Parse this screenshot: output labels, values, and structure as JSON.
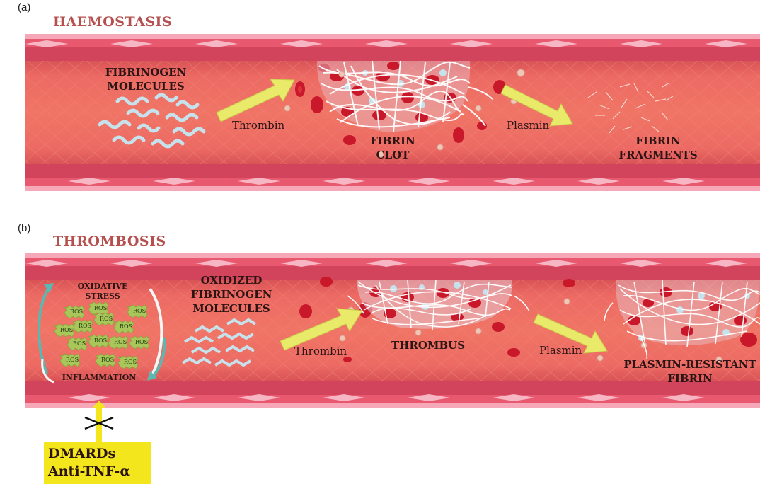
{
  "panel_a": {
    "letter": "(a)",
    "title": "HAEMOSTASIS",
    "fibrinogen_line1": "FIBRINOGEN",
    "fibrinogen_line2": "MOLECULES",
    "thrombin": "Thrombin",
    "clot_line1": "FIBRIN",
    "clot_line2": "CLOT",
    "plasmin": "Plasmin",
    "fragments_line1": "FIBRIN",
    "fragments_line2": "FRAGMENTS"
  },
  "panel_b": {
    "letter": "(b)",
    "title": "THROMBOSIS",
    "stress_line1": "OXIDATIVE",
    "stress_line2": "STRESS",
    "ros_label": "ROS",
    "inflammation": "INFLAMMATION",
    "oxidized_line1": "OXIDIZED",
    "oxidized_line2": "FIBRINOGEN",
    "oxidized_line3": "MOLECULES",
    "thrombin": "Thrombin",
    "thrombus": "THROMBUS",
    "plasmin": "Plasmin",
    "resistant_line1": "PLASMIN-RESISTANT",
    "resistant_line2": "FIBRIN"
  },
  "drug_box": {
    "line1": "DMARDs",
    "line2": "Anti-TNF-α"
  },
  "colors": {
    "title_red": "#b5504f",
    "vessel_wall": "#e85a72",
    "vessel_lumen": "#ee6e64",
    "arrow_yellow": "#e9ea6a",
    "drug_box": "#f4e61c",
    "cycle_arrow": "#5bb8b0"
  }
}
